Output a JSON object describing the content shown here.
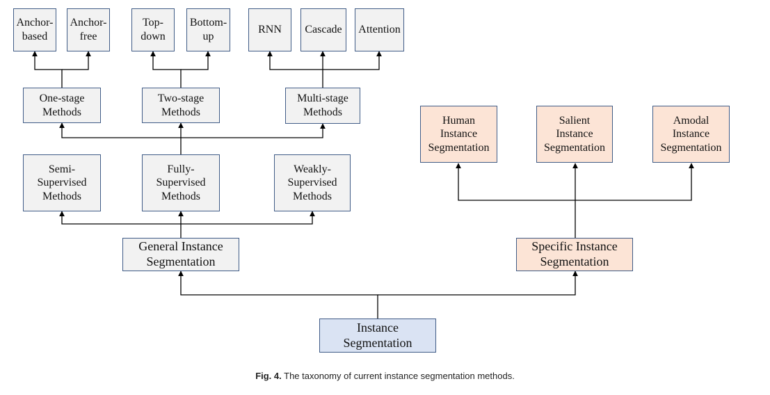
{
  "nodes": {
    "anchor_based": "Anchor-\nbased",
    "anchor_free": "Anchor-\nfree",
    "top_down": "Top-\ndown",
    "bottom_up": "Bottom-\nup",
    "rnn": "RNN",
    "cascade": "Cascade",
    "attention": "Attention",
    "one_stage": "One-stage\nMethods",
    "two_stage": "Two-stage\nMethods",
    "multi_stage": "Multi-stage\nMethods",
    "semi_supervised": "Semi-\nSupervised\nMethods",
    "fully_supervised": "Fully-\nSupervised\nMethods",
    "weakly_supervised": "Weakly-\nSupervised\nMethods",
    "general_instance": "General Instance\nSegmentation",
    "specific_instance": "Specific Instance\nSegmentation",
    "human_instance": "Human\nInstance\nSegmentation",
    "salient_instance": "Salient\nInstance\nSegmentation",
    "amodal_instance": "Amodal\nInstance\nSegmentation",
    "instance_segmentation": "Instance\nSegmentation"
  },
  "caption": {
    "label": "Fig. 4.",
    "text": " The taxonomy of current instance segmentation methods."
  },
  "colors": {
    "box_border": "#3f5b86",
    "grey_fill": "#f2f2f2",
    "orange_fill": "#fce4d6",
    "blue_fill": "#dae3f3",
    "line": "#000000"
  }
}
